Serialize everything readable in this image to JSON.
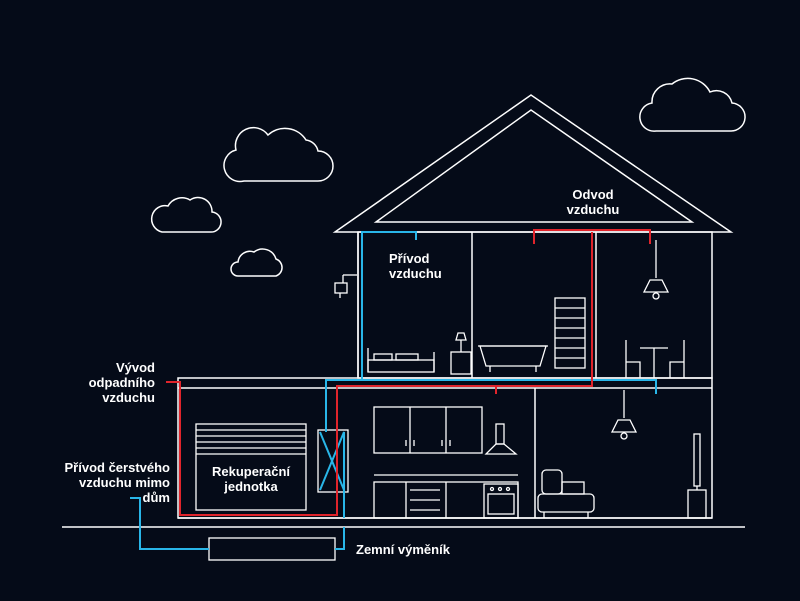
{
  "labels": {
    "odvod": "Odvod\nvzduchu",
    "privod": "Přívod\nvzduchu",
    "vyvod": "Vývod\nodpadního\nvzduchu",
    "privod_cerstveho": "Přívod čerstvého\nvzduchu mimo\ndům",
    "rekuperacni": "Rekuperační\njednotka",
    "zemni": "Zemní výměník"
  },
  "colors": {
    "background": "#050b18",
    "outline": "#ffffff",
    "fresh_air_duct": "#29b6e8",
    "exhaust_air_duct": "#e0242b"
  },
  "icons": [
    "cloud-icon",
    "house-outline",
    "wall-lamp-icon",
    "ceiling-lamp-icon",
    "bed-icon",
    "bathtub-icon",
    "radiator-icon",
    "table-chairs-icon",
    "kitchen-cabinets-icon",
    "range-hood-icon",
    "oven-icon",
    "armchair-icon",
    "floor-lamp-icon",
    "heat-exchanger-icon"
  ]
}
